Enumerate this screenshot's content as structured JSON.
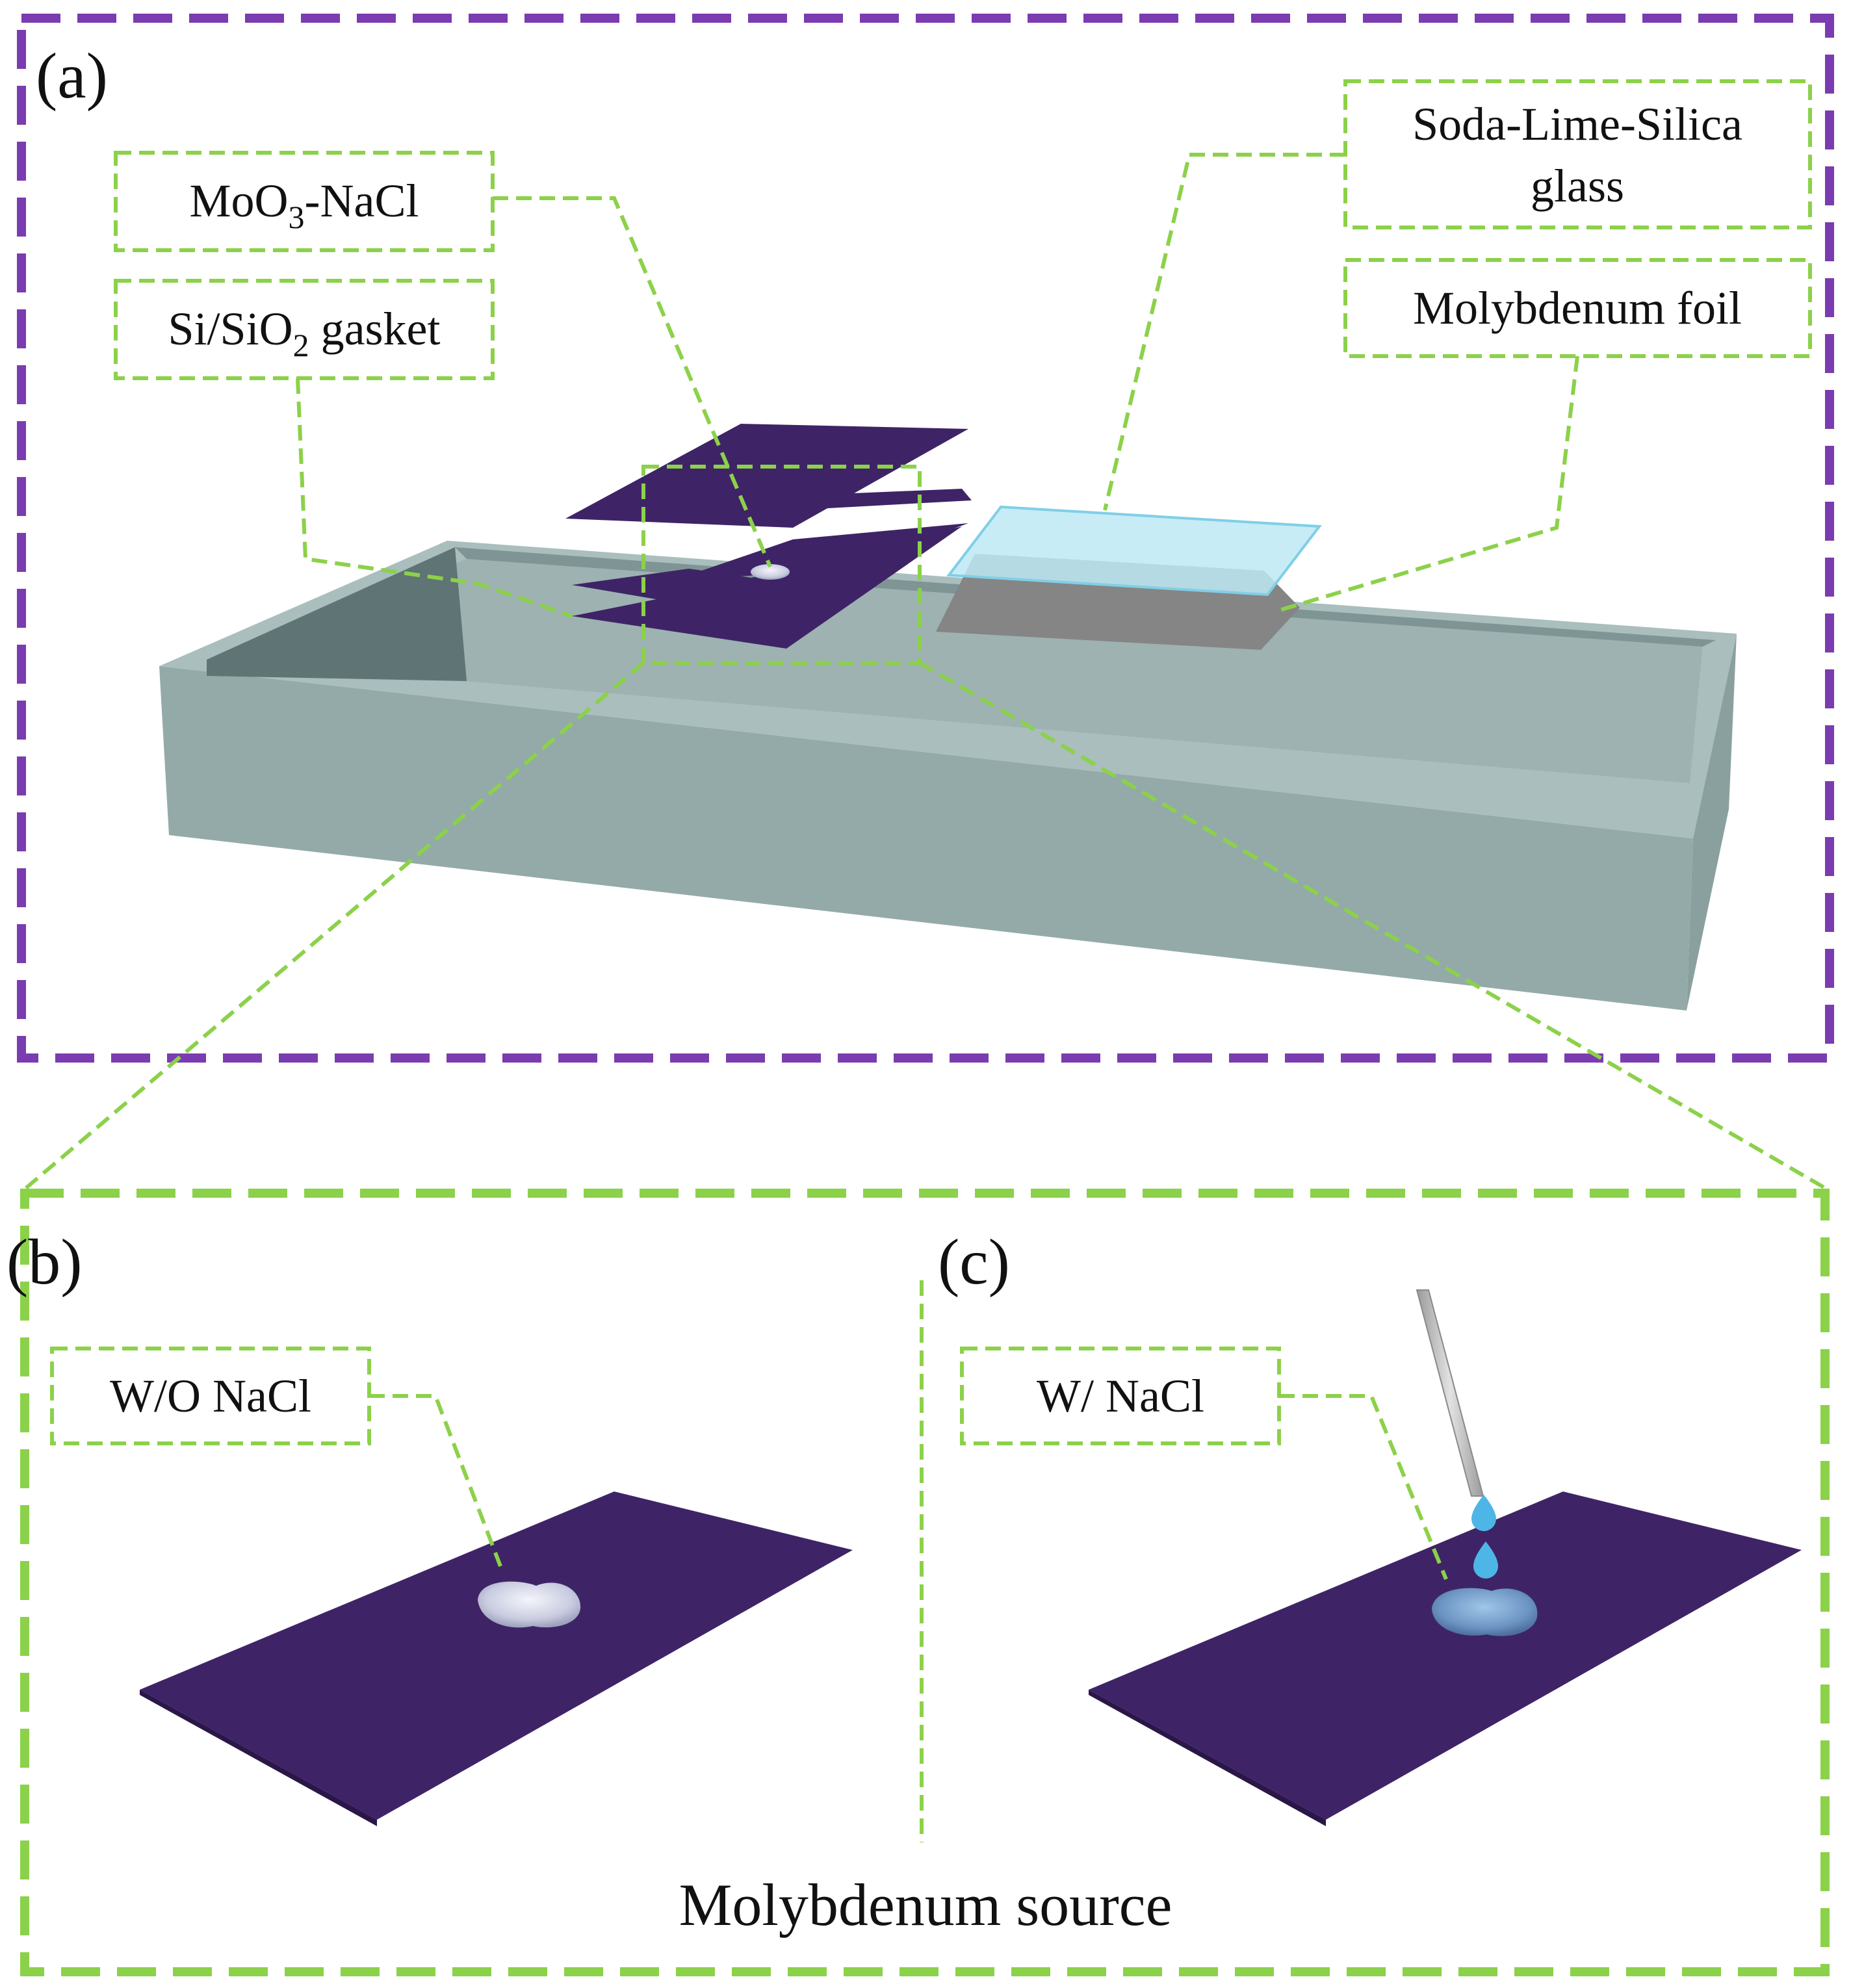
{
  "panels": {
    "a": {
      "letter": "(a)"
    },
    "b": {
      "letter": "(b)"
    },
    "c": {
      "letter": "(c)"
    }
  },
  "labels": {
    "moo3_nacl": {
      "main": "MoO",
      "sub": "3",
      "tail": "-NaCl"
    },
    "gasket": {
      "main": "Si/SiO",
      "sub": "2",
      "tail": " gasket"
    },
    "soda_glass_line1": "Soda-Lime-Silica",
    "soda_glass_line2": "glass",
    "mo_foil": "Molybdenum foil",
    "without_nacl": "W/O NaCl",
    "with_nacl": "W/ NaCl"
  },
  "caption": "Molybdenum source",
  "colors": {
    "panel_a_border": "#7a3cb0",
    "callout_green": "#8cd14a",
    "boat": "#93aaa9",
    "substrate": "#3e2466",
    "glass": "#bde9f5",
    "foil": "#858585",
    "droplet": "#4db6e6"
  }
}
